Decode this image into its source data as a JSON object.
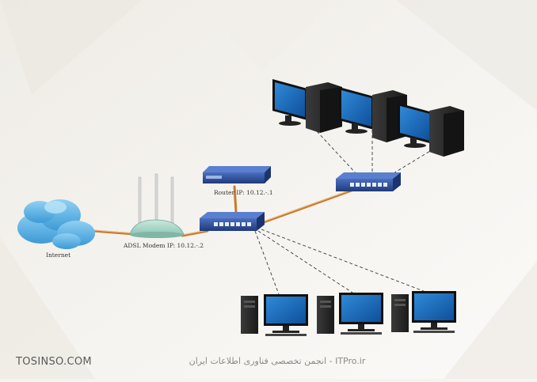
{
  "labels": {
    "internet": "Internet",
    "modem": "ADSL Modem IP: 10.12.-.2",
    "router": "Router IP: 10.12.-.1"
  },
  "watermark": {
    "left": "TOSINSO.COM",
    "center": "ITPro.ir - انجمن تخصصی فناوری اطلاعات ایران"
  },
  "colors": {
    "cable": "#c97a2a",
    "switch": "#2d4f96",
    "monitor_screen": "#1f6fc0",
    "tower": "#2b2b2b",
    "cloud": "#5bb4e6",
    "modem": "#9fd1c4"
  },
  "icons": [
    "cloud-icon",
    "modem-icon",
    "router-icon",
    "switch-icon",
    "desktop-computer-icon"
  ]
}
